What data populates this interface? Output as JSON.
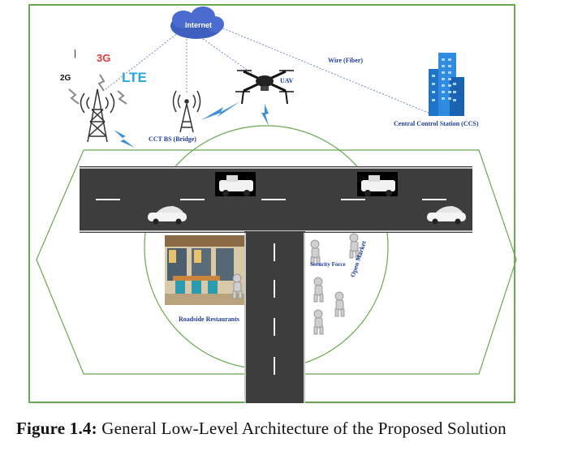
{
  "cloud": {
    "label": "Internet"
  },
  "generations": {
    "g2": "2G",
    "g3": "3G",
    "lte": "LTE",
    "marker": "|"
  },
  "colors": {
    "g3": "#e03a3a",
    "lte": "#2aa6d9",
    "labels": "#1f3d99",
    "frame": "#6aa84f",
    "lightning": "#3f8fd6"
  },
  "labels": {
    "uav": "UAV",
    "wire": "Wire (Fiber)",
    "cct_bs": "CCT BS (Bridge)",
    "ccs": "Central Control Station (CCS)",
    "security": "Security Force",
    "market": "Open Market",
    "restaurants": "Roadside Restaurants"
  },
  "caption": {
    "prefix": "Figure 1.4:",
    "text": " General Low-Level Architecture of the Proposed Solution"
  }
}
